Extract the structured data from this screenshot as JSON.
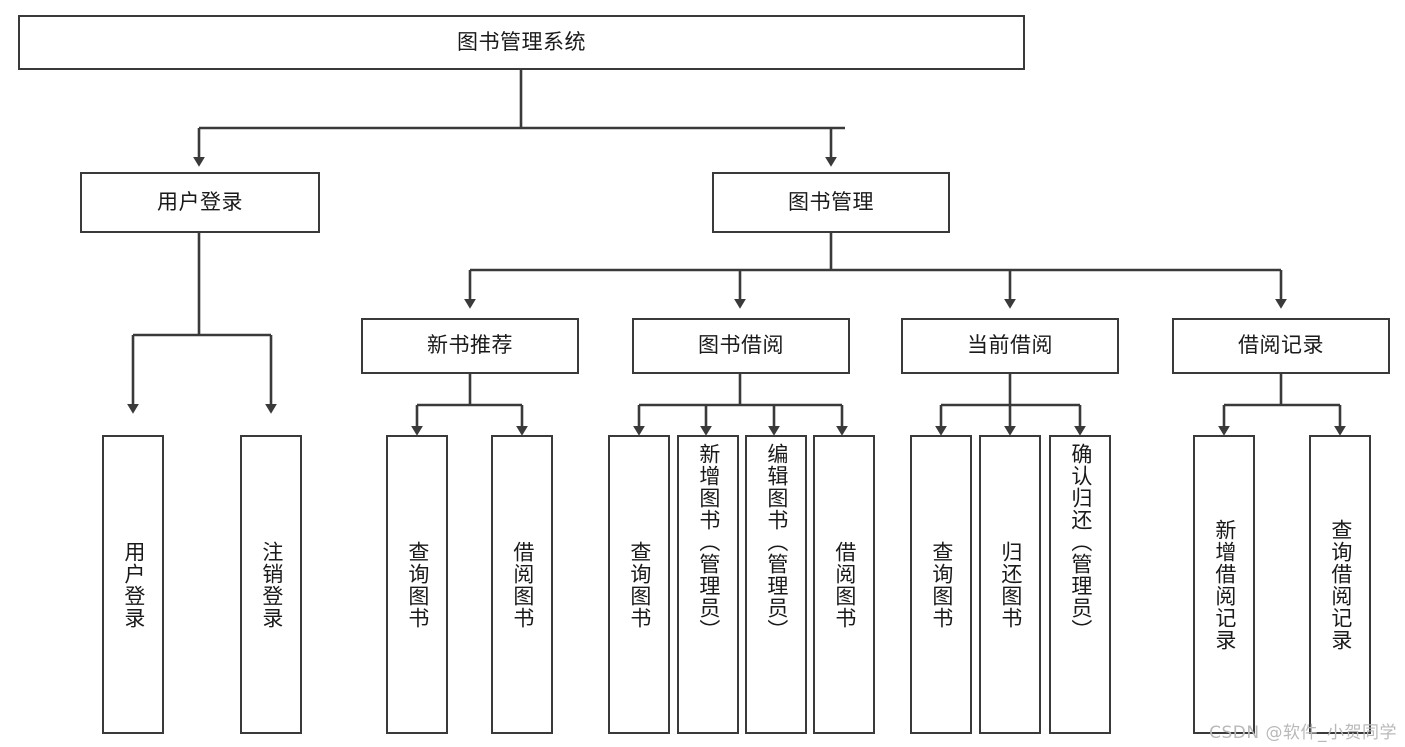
{
  "diagram": {
    "title": "图书管理系统",
    "type": "tree-hierarchy",
    "root": {
      "label": "图书管理系统"
    },
    "level2": [
      {
        "label": "用户登录"
      },
      {
        "label": "图书管理"
      }
    ],
    "level3": [
      {
        "label": "新书推荐"
      },
      {
        "label": "图书借阅"
      },
      {
        "label": "当前借阅"
      },
      {
        "label": "借阅记录"
      }
    ],
    "leaves": {
      "user_login": [
        {
          "label": "用户登录"
        },
        {
          "label": "注销登录"
        }
      ],
      "new_book_recommend": [
        {
          "label": "查询图书"
        },
        {
          "label": "借阅图书"
        }
      ],
      "book_borrow": [
        {
          "label": "查询图书"
        },
        {
          "label": "新增图书（管理员）"
        },
        {
          "label": "编辑图书（管理员）"
        },
        {
          "label": "借阅图书"
        }
      ],
      "current_borrow": [
        {
          "label": "查询图书"
        },
        {
          "label": "归还图书"
        },
        {
          "label": "确认归还（管理员）"
        }
      ],
      "borrow_record": [
        {
          "label": "新增借阅记录"
        },
        {
          "label": "查询借阅记录"
        }
      ]
    }
  },
  "watermark": {
    "text": "CSDN @软件_小贺同学"
  },
  "colors": {
    "stroke": "#3a3a3a",
    "box_fill": "#ffffff",
    "text": "#1a1a1a",
    "watermark": "#b9b9b9",
    "background": "#ffffff"
  }
}
